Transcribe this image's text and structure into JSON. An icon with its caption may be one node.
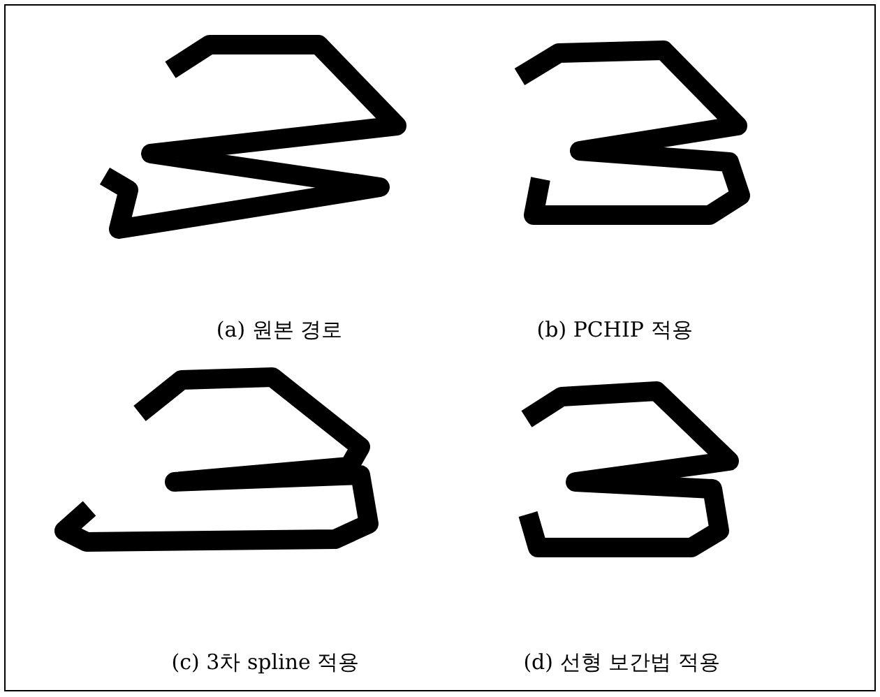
{
  "diagram": {
    "labels": [
      "(a) 원본 경로",
      "(b) PCHIP 적용",
      "(c) 3차 spline 적용",
      "(d) 선형 보간법 적용"
    ]
  }
}
